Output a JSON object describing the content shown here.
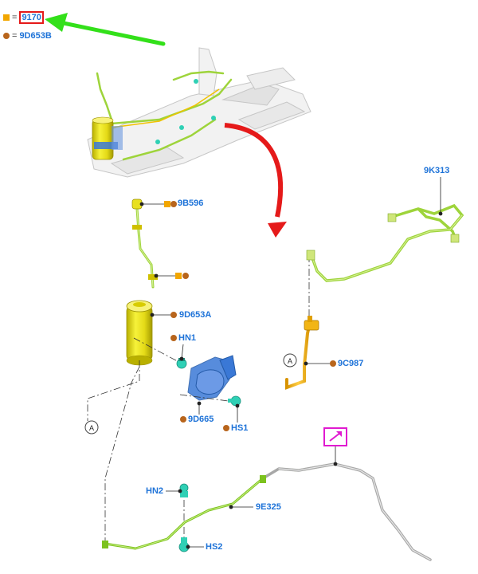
{
  "legend": {
    "square_item": {
      "symbol": "square",
      "color": "#f2a600",
      "label": "9170"
    },
    "circle_item": {
      "symbol": "circle",
      "color": "#b8651c",
      "label": "9D653B"
    },
    "equals": "="
  },
  "callouts": {
    "9B596": "9B596",
    "9D653A": "9D653A",
    "HN1": "HN1",
    "9D665": "9D665",
    "HS1": "HS1",
    "9K313": "9K313",
    "9C987": "9C987",
    "HN2": "HN2",
    "9E325": "9E325",
    "HS2": "HS2"
  },
  "reference_markers": {
    "a_left": "A",
    "a_right": "A"
  },
  "icons": {
    "arrow_green": "highlight-arrow-icon",
    "arrow_red": "detail-arrow-icon",
    "continuation": "continuation-icon"
  },
  "colors": {
    "link_blue": "#1e73d8",
    "tube_green": "#9ed43b",
    "canister_yellow": "#e8e020",
    "clip_teal": "#2fd0b5",
    "bracket_blue": "#3a78d6",
    "hose_orange": "#f2b515",
    "arrow_red": "#e51a1a",
    "arrow_green": "#33e01a",
    "marker_magenta": "#e01ad0"
  }
}
